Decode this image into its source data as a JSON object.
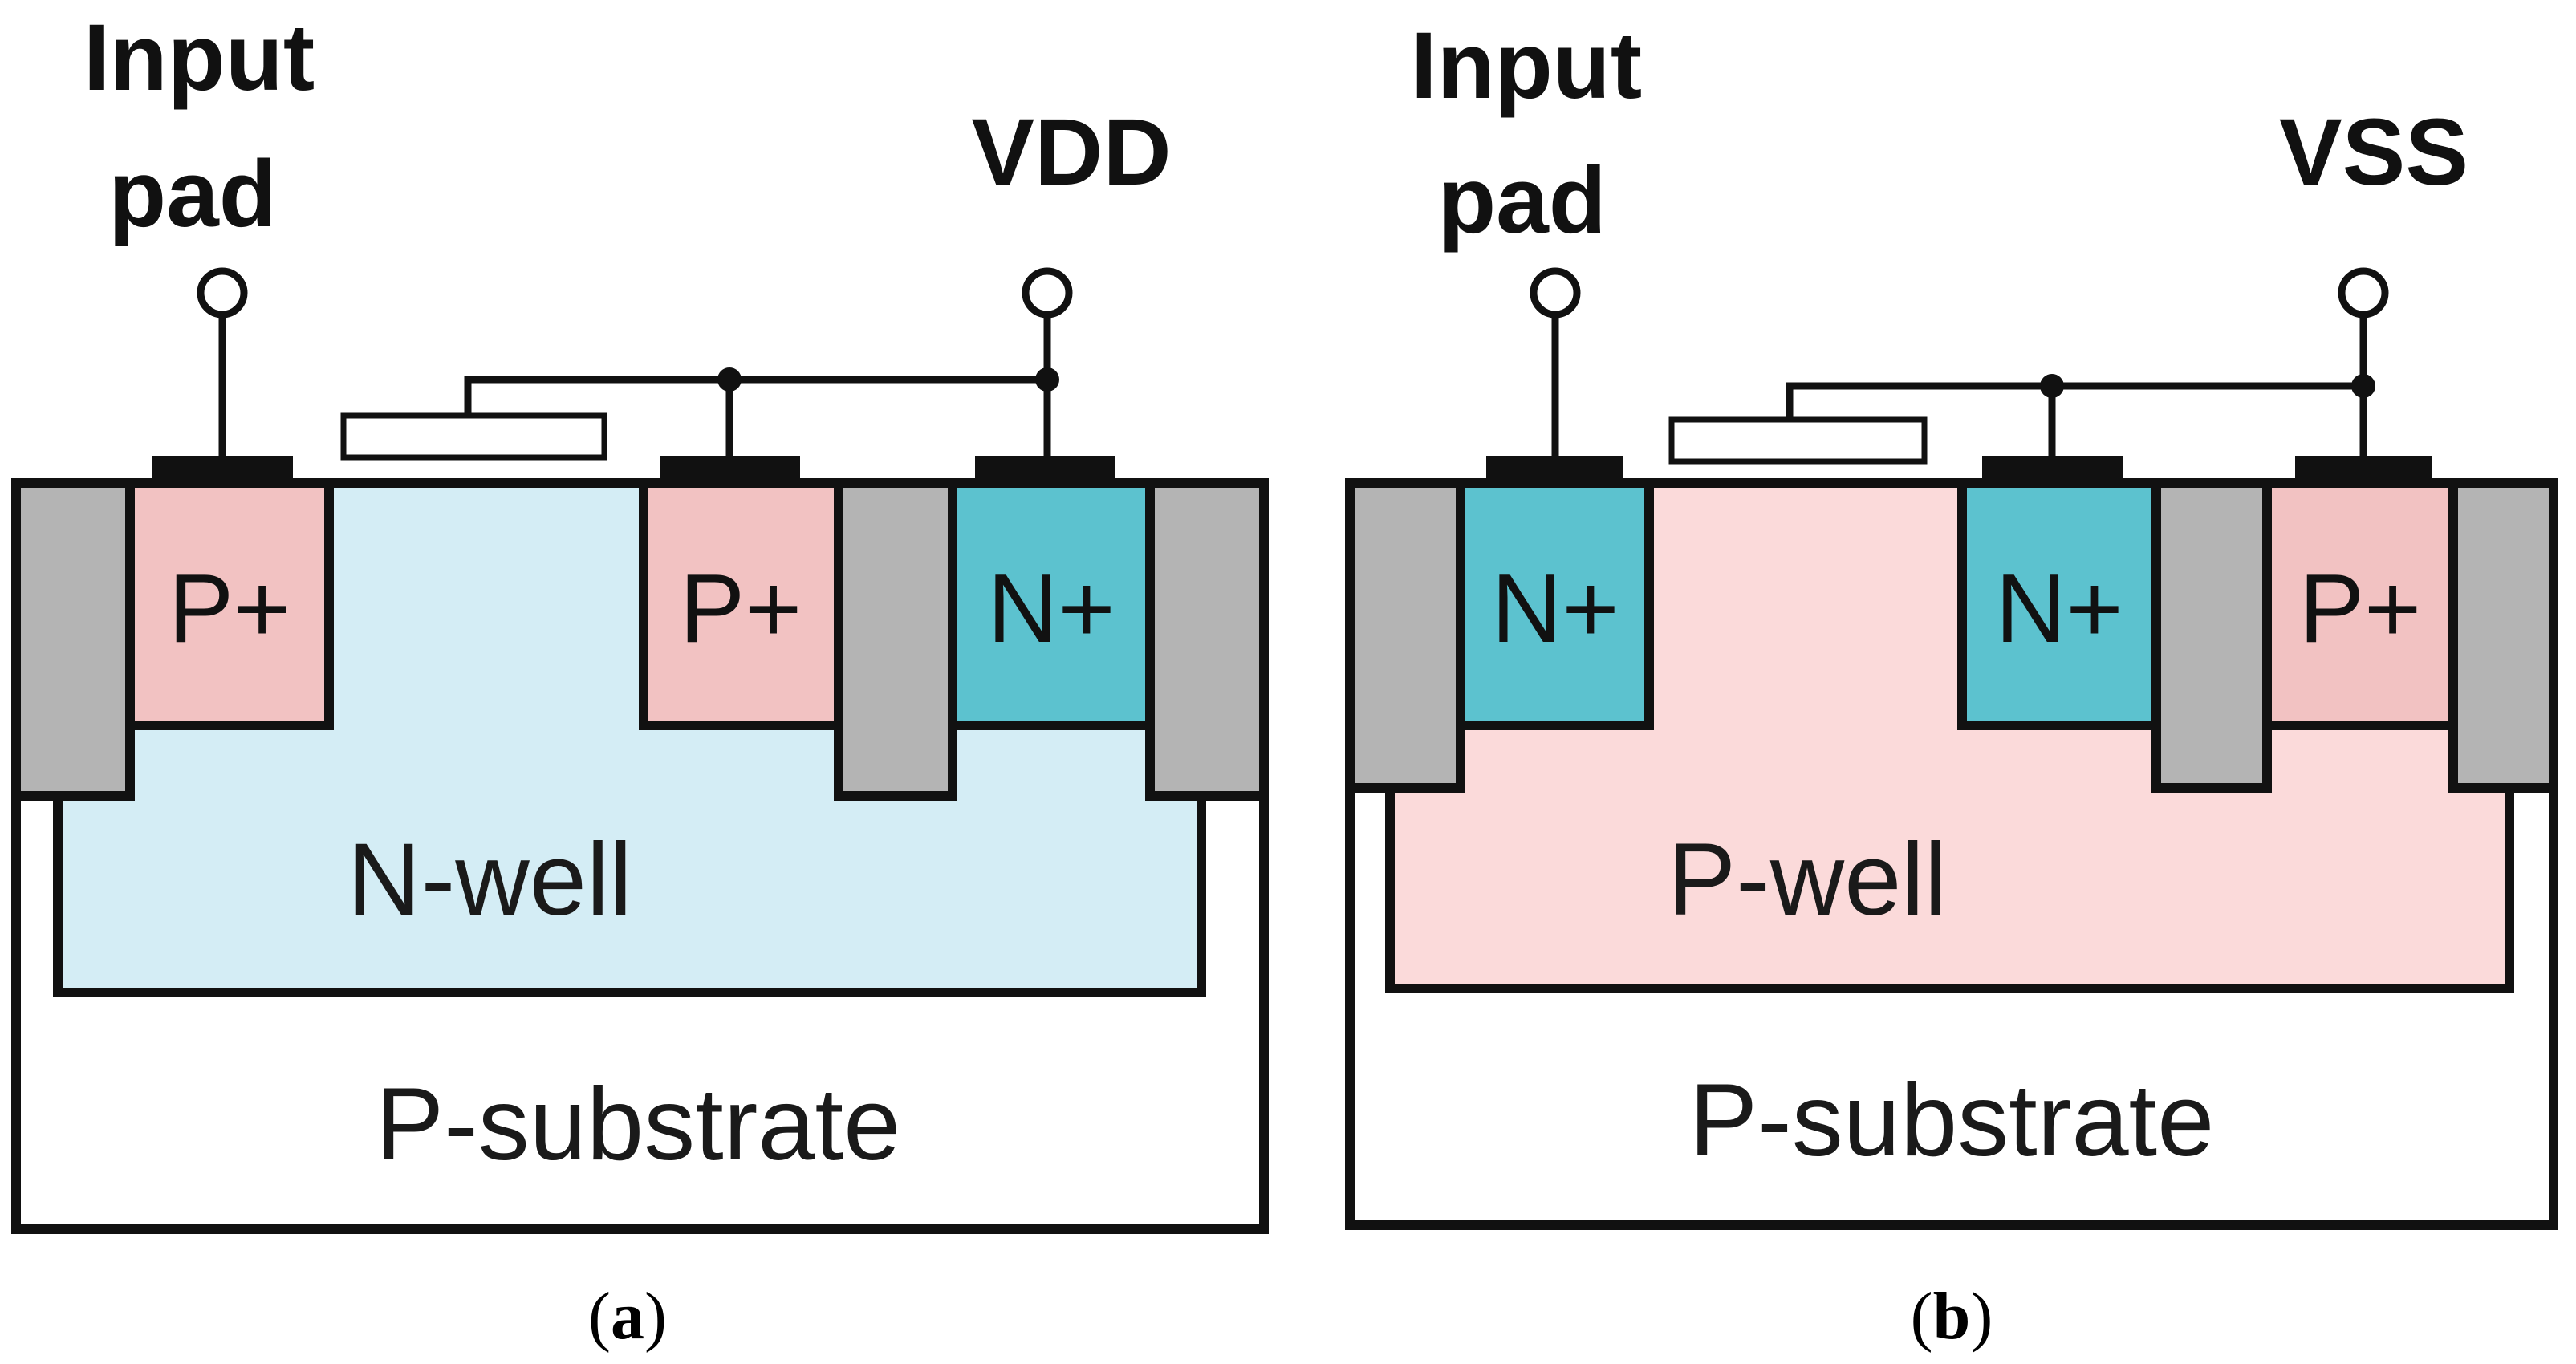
{
  "colors": {
    "p_plus": "#f2c2c2",
    "n_plus": "#5cc2cf",
    "n_well": "#d4edf5",
    "p_well": "#fbdada",
    "oxide": "#b4b4b4",
    "substrate": "#ffffff",
    "metal": "#111111"
  },
  "panel_a": {
    "input_label_line1": "Input",
    "input_label_line2": "pad",
    "supply_label": "VDD",
    "region1": "P+",
    "region2": "P+",
    "region3": "N+",
    "well": "N-well",
    "substrate": "P-substrate",
    "caption": "a"
  },
  "panel_b": {
    "input_label_line1": "Input",
    "input_label_line2": "pad",
    "supply_label": "VSS",
    "region1": "N+",
    "region2": "N+",
    "region3": "P+",
    "well": "P-well",
    "substrate": "P-substrate",
    "caption": "b"
  }
}
